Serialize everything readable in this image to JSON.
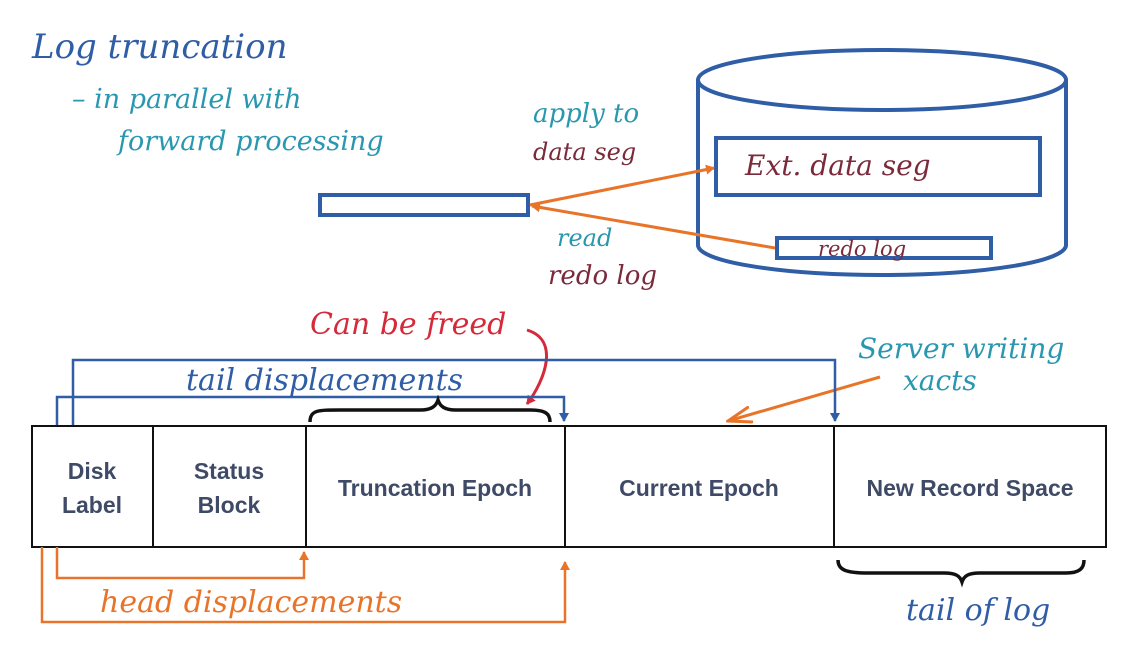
{
  "notes": {
    "title": "Log truncation",
    "subtitle_line1": "– in parallel with",
    "subtitle_line2": "forward processing",
    "apply_line1": "apply to",
    "apply_line2": "data seg",
    "read_line1": "read",
    "read_line2": "redo log",
    "can_be_freed": "Can be freed",
    "server_line1": "Server writing",
    "server_line2": "xacts",
    "tail_displacements": "tail displacements",
    "head_displacements": "head displacements",
    "tail_of_log": "tail of log"
  },
  "disk": {
    "data_segment": "Ext. data seg",
    "redo_log": "redo log"
  },
  "log_segments": [
    {
      "line1": "Disk",
      "line2": "Label"
    },
    {
      "line1": "Status",
      "line2": "Block"
    },
    {
      "line1": "Truncation Epoch",
      "line2": ""
    },
    {
      "line1": "Current Epoch",
      "line2": ""
    },
    {
      "line1": "New Record Space",
      "line2": ""
    }
  ],
  "colors": {
    "blue": "#2f5da6",
    "teal": "#2a97b0",
    "orange": "#e8742a",
    "red": "#d42a3a",
    "maroon": "#7a2a3a",
    "black": "#111111",
    "segment_text": "#3f4a66"
  }
}
